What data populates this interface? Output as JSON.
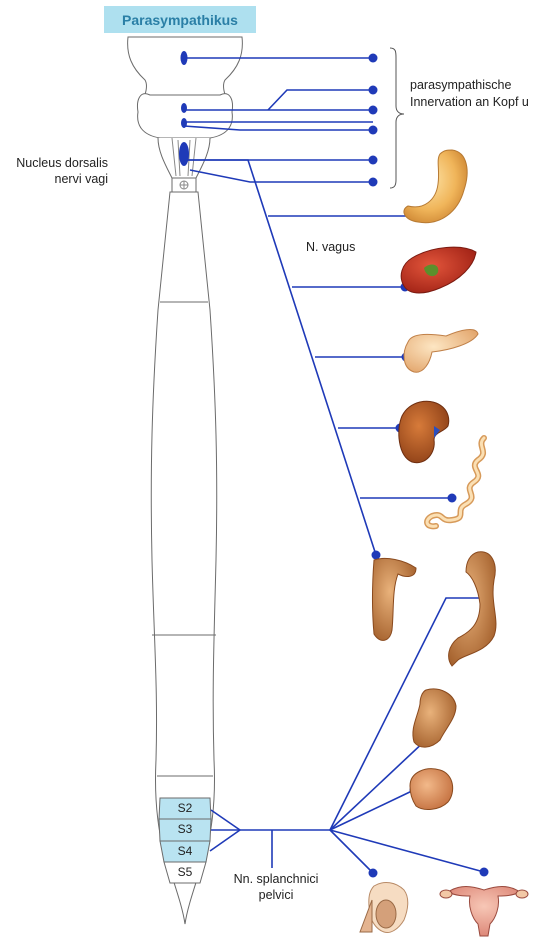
{
  "title": "Parasympathikus",
  "labels": {
    "bracket_line1": "parasympathische",
    "bracket_line2": "Innervation an Kopf u",
    "nucleus_line1": "Nucleus dorsalis",
    "nucleus_line2": "nervi vagi",
    "vagus": "N. vagus",
    "splanchnici_line1": "Nn. splanchnici",
    "splanchnici_line2": "pelvici"
  },
  "segments": [
    "S2",
    "S3",
    "S4",
    "S5"
  ],
  "colors": {
    "nerve": "#1f3ab8",
    "title_bg": "#aee0ef",
    "title_text": "#2a7fa6",
    "segment_fill": "#b9e3f1"
  },
  "organs": [
    "stomach-icon",
    "liver-icon",
    "pancreas-icon",
    "kidney-icon",
    "small-intestine-icon",
    "colon-ascending-icon",
    "colon-descending-icon",
    "rectum-icon",
    "bladder-icon",
    "male-genitals-icon",
    "uterus-icon"
  ]
}
